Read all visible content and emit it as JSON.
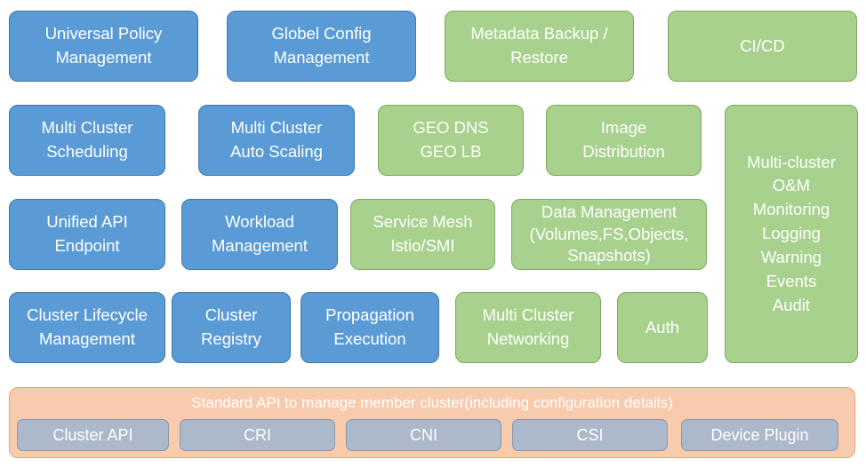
{
  "boxes": {
    "universal_policy": "Universal Policy\nManagement",
    "globel_config": "Globel Config\nManagement",
    "metadata_backup": "Metadata Backup /\nRestore",
    "cicd": "CI/CD",
    "mc_scheduling": "Multi Cluster\nScheduling",
    "mc_autoscaling": "Multi Cluster\nAuto Scaling",
    "geo_dns": "GEO DNS\nGEO LB",
    "image_distribution": "Image\nDistribution",
    "multicluster_om": "Multi-cluster\nO&M\nMonitoring\nLogging\nWarning\nEvents\nAudit",
    "unified_api": "Unified API\nEndpoint",
    "workload_mgmt": "Workload\nManagement",
    "service_mesh": "Service Mesh\nIstio/SMI",
    "data_mgmt": "Data Management\n(Volumes,FS,Objects,\nSnapshots)",
    "cluster_lifecycle": "Cluster Lifecycle\nManagement",
    "cluster_registry": "Cluster\nRegistry",
    "propagation": "Propagation\nExecution",
    "mc_networking": "Multi Cluster\nNetworking",
    "auth": "Auth"
  },
  "base": {
    "title": "Standard API to manage member cluster(including configuration details)",
    "items": [
      "Cluster API",
      "CRI",
      "CNI",
      "CSI",
      "Device Plugin"
    ]
  },
  "colors": {
    "blue": "#5b9bd5",
    "green": "#a9d18e",
    "orange": "#f8cbad",
    "gray": "#acb9ca"
  }
}
